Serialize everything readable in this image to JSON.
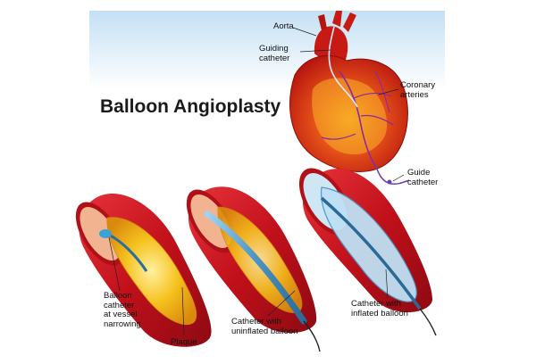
{
  "title": "Balloon Angioplasty",
  "labels": {
    "aorta": "Aorta",
    "guiding_catheter": "Guiding\ncatheter",
    "coronary_arteries": "Coronary\narteries",
    "guide_catheter": "Guide\ncatheter",
    "balloon_catheter": "Balloon\ncatheter\nat vessel\nnarrowing",
    "plaque": "Plaque",
    "catheter_uninflated": "Catheter with\nuninflated balloon",
    "catheter_inflated": "Catheter with\ninflated balloon"
  },
  "colors": {
    "sky": "#cfe6f6",
    "vessel_wall": "#c8141c",
    "vessel_inner": "#f0a88a",
    "plaque": "#f4b81c",
    "catheter": "#6fb0d8",
    "heart": "#d42a1a"
  }
}
